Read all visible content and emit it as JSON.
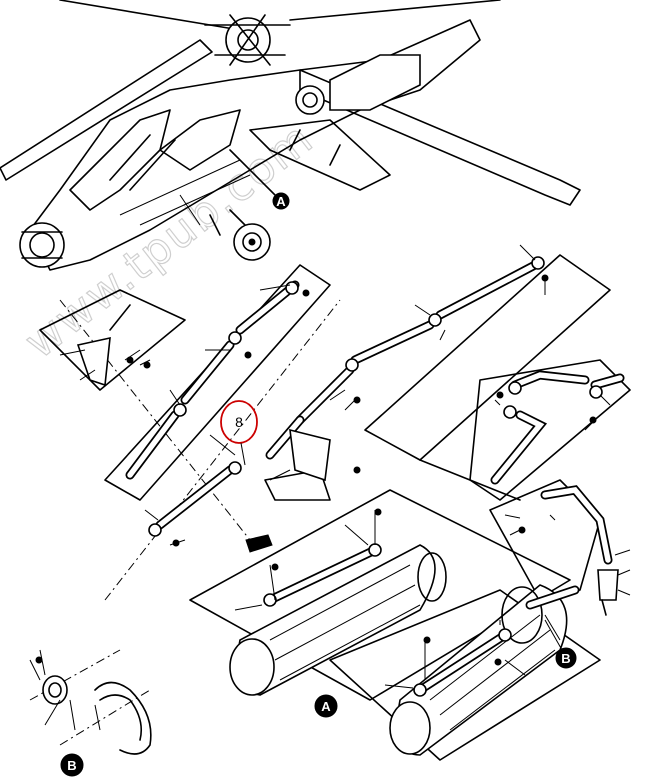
{
  "figure": {
    "callout_item": "8",
    "detail_labels": [
      "A",
      "B"
    ],
    "watermark": "www.tpub.com"
  },
  "colors": {
    "line": "#000000",
    "background": "#ffffff",
    "callout_circle": "#cc0000",
    "watermark": "#cfcfcf"
  }
}
